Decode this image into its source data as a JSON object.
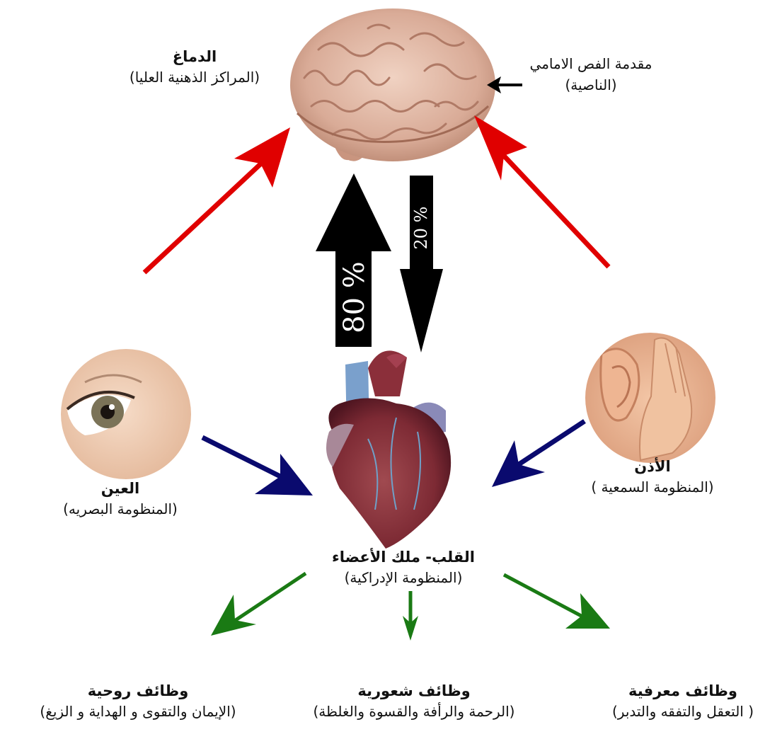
{
  "brain": {
    "title": "الدماغ",
    "subtitle": "(المراكز الذهنية العليا)"
  },
  "prefrontal": {
    "title": "مقدمة الفص الامامي",
    "subtitle": "(الناصية)"
  },
  "eye": {
    "title": "العين",
    "subtitle": "(المنظومة البصريه)"
  },
  "ear": {
    "title": "الأذن",
    "subtitle": "(المنظومة السمعية )"
  },
  "heart": {
    "title": "القلب- ملك الأعضاء",
    "subtitle": "(المنظومة الإدراكية)"
  },
  "flows": {
    "heart_to_brain": "80 %",
    "brain_to_heart": "20 %"
  },
  "functions": [
    {
      "title": "وظائف روحية",
      "subtitle": "(الإيمان والتقوى و الهداية و الزيغ)"
    },
    {
      "title": "وظائف شعورية",
      "subtitle": "(الرحمة والرأفة والقسوة والغلظة)"
    },
    {
      "title": "وظائف معرفية",
      "subtitle": "( التعقل والتفقه والتدبر)"
    }
  ],
  "colors": {
    "red_arrow": "#e00000",
    "blue_arrow": "#0a0a6e",
    "green_arrow": "#1a7a14",
    "black_arrow": "#000000"
  }
}
